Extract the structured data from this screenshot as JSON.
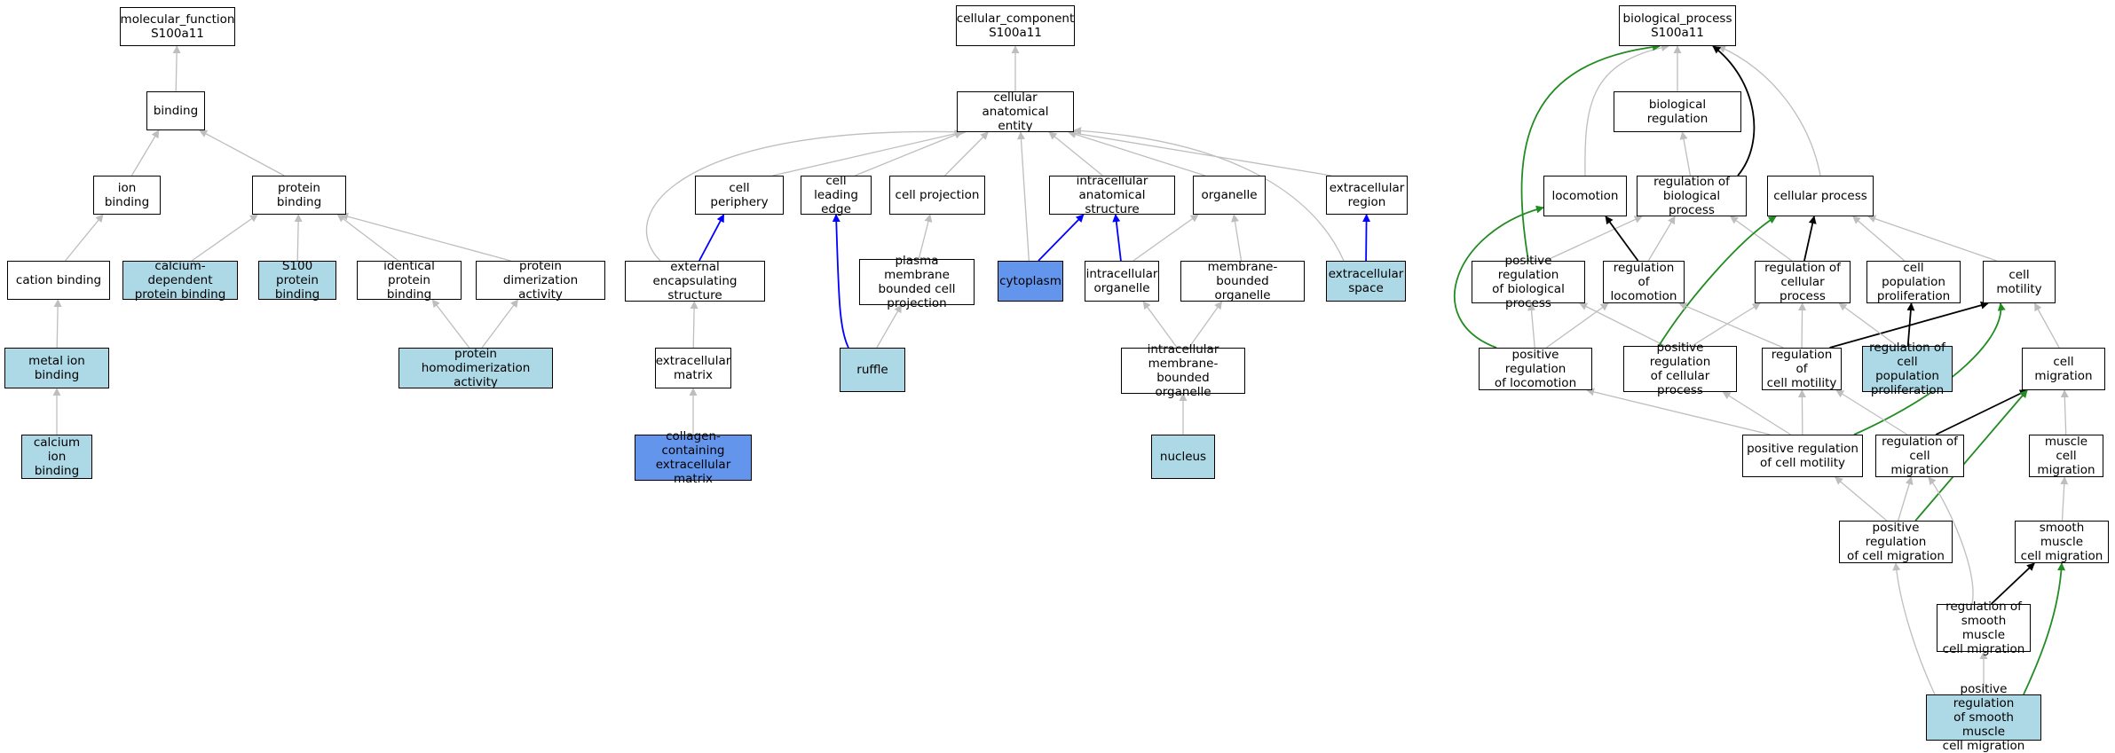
{
  "colors": {
    "grey": "#bebebe",
    "blue": "#0000ff",
    "green": "#228b22",
    "black": "#000000",
    "light": "#add8e6",
    "blue_fill": "#6495ed",
    "white": "#ffffff"
  },
  "nodes": [
    {
      "id": "mf",
      "label": "molecular_function\nS100a11",
      "fill": "white"
    },
    {
      "id": "binding",
      "label": "binding",
      "fill": "white"
    },
    {
      "id": "ionb",
      "label": "ion binding",
      "fill": "white"
    },
    {
      "id": "protb",
      "label": "protein binding",
      "fill": "white"
    },
    {
      "id": "catb",
      "label": "cation binding",
      "fill": "white"
    },
    {
      "id": "cadep",
      "label": "calcium-dependent\nprotein binding",
      "fill": "light"
    },
    {
      "id": "s100",
      "label": "S100 protein\nbinding",
      "fill": "light"
    },
    {
      "id": "identp",
      "label": "identical protein\nbinding",
      "fill": "white"
    },
    {
      "id": "protdim",
      "label": "protein dimerization\nactivity",
      "fill": "white"
    },
    {
      "id": "metal",
      "label": "metal ion binding",
      "fill": "light"
    },
    {
      "id": "homodim",
      "label": "protein homodimerization\nactivity",
      "fill": "light"
    },
    {
      "id": "caion",
      "label": "calcium ion\nbinding",
      "fill": "light"
    },
    {
      "id": "cc",
      "label": "cellular_component\nS100a11",
      "fill": "white"
    },
    {
      "id": "cae",
      "label": "cellular anatomical\nentity",
      "fill": "white"
    },
    {
      "id": "cper",
      "label": "cell periphery",
      "fill": "white"
    },
    {
      "id": "cle",
      "label": "cell leading\nedge",
      "fill": "white"
    },
    {
      "id": "cproj",
      "label": "cell projection",
      "fill": "white"
    },
    {
      "id": "ias",
      "label": "intracellular\nanatomical structure",
      "fill": "white"
    },
    {
      "id": "org",
      "label": "organelle",
      "fill": "white"
    },
    {
      "id": "exreg",
      "label": "extracellular\nregion",
      "fill": "white"
    },
    {
      "id": "ees",
      "label": "external encapsulating\nstructure",
      "fill": "white"
    },
    {
      "id": "pmb",
      "label": "plasma membrane\nbounded cell\nprojection",
      "fill": "white"
    },
    {
      "id": "cyto",
      "label": "cytoplasm",
      "fill": "blue"
    },
    {
      "id": "iorg",
      "label": "intracellular\norganelle",
      "fill": "white"
    },
    {
      "id": "mbo",
      "label": "membrane-bounded\norganelle",
      "fill": "white"
    },
    {
      "id": "exspace",
      "label": "extracellular\nspace",
      "fill": "light"
    },
    {
      "id": "exmat",
      "label": "extracellular\nmatrix",
      "fill": "white"
    },
    {
      "id": "ruffle",
      "label": "ruffle",
      "fill": "light"
    },
    {
      "id": "imbo",
      "label": "intracellular\nmembrane-bounded\norganelle",
      "fill": "white"
    },
    {
      "id": "colmat",
      "label": "collagen-containing\nextracellular\nmatrix",
      "fill": "blue"
    },
    {
      "id": "nucleus",
      "label": "nucleus",
      "fill": "light"
    },
    {
      "id": "bp",
      "label": "biological_process\nS100a11",
      "fill": "white"
    },
    {
      "id": "breg",
      "label": "biological regulation",
      "fill": "white"
    },
    {
      "id": "loco",
      "label": "locomotion",
      "fill": "white"
    },
    {
      "id": "rbp",
      "label": "regulation of\nbiological process",
      "fill": "white"
    },
    {
      "id": "cellp",
      "label": "cellular process",
      "fill": "white"
    },
    {
      "id": "prbp",
      "label": "positive regulation\nof biological\nprocess",
      "fill": "white"
    },
    {
      "id": "rloco",
      "label": "regulation of\nlocomotion",
      "fill": "white"
    },
    {
      "id": "rcp",
      "label": "regulation of\ncellular process",
      "fill": "white"
    },
    {
      "id": "cpp",
      "label": "cell population\nproliferation",
      "fill": "white"
    },
    {
      "id": "cmot",
      "label": "cell motility",
      "fill": "white"
    },
    {
      "id": "prloco",
      "label": "positive regulation\nof locomotion",
      "fill": "white"
    },
    {
      "id": "prcp",
      "label": "positive regulation\nof cellular\nprocess",
      "fill": "white"
    },
    {
      "id": "rcm",
      "label": "regulation of\ncell motility",
      "fill": "white"
    },
    {
      "id": "rcpp",
      "label": "regulation of\ncell population\nproliferation",
      "fill": "light"
    },
    {
      "id": "cmig",
      "label": "cell migration",
      "fill": "white"
    },
    {
      "id": "prcm",
      "label": "positive regulation\nof cell motility",
      "fill": "white"
    },
    {
      "id": "rcmig",
      "label": "regulation of\ncell migration",
      "fill": "white"
    },
    {
      "id": "mcm",
      "label": "muscle cell\nmigration",
      "fill": "white"
    },
    {
      "id": "prcmig",
      "label": "positive regulation\nof cell migration",
      "fill": "white"
    },
    {
      "id": "smcm",
      "label": "smooth muscle\ncell migration",
      "fill": "white"
    },
    {
      "id": "rsmcm",
      "label": "regulation of\nsmooth muscle\ncell migration",
      "fill": "white"
    },
    {
      "id": "prsmcm",
      "label": "positive regulation\nof smooth muscle\ncell migration",
      "fill": "light"
    }
  ],
  "edges": [
    {
      "from": "binding",
      "to": "mf",
      "color": "grey"
    },
    {
      "from": "ionb",
      "to": "binding",
      "color": "grey"
    },
    {
      "from": "protb",
      "to": "binding",
      "color": "grey"
    },
    {
      "from": "catb",
      "to": "ionb",
      "color": "grey"
    },
    {
      "from": "cadep",
      "to": "protb",
      "color": "grey"
    },
    {
      "from": "s100",
      "to": "protb",
      "color": "grey"
    },
    {
      "from": "identp",
      "to": "protb",
      "color": "grey"
    },
    {
      "from": "protdim",
      "to": "protb",
      "color": "grey"
    },
    {
      "from": "metal",
      "to": "catb",
      "color": "grey"
    },
    {
      "from": "homodim",
      "to": "identp",
      "color": "grey"
    },
    {
      "from": "homodim",
      "to": "protdim",
      "color": "grey"
    },
    {
      "from": "caion",
      "to": "metal",
      "color": "grey"
    },
    {
      "from": "cae",
      "to": "cc",
      "color": "grey"
    },
    {
      "from": "cper",
      "to": "cae",
      "color": "grey"
    },
    {
      "from": "cle",
      "to": "cae",
      "color": "grey"
    },
    {
      "from": "cproj",
      "to": "cae",
      "color": "grey"
    },
    {
      "from": "ias",
      "to": "cae",
      "color": "grey"
    },
    {
      "from": "org",
      "to": "cae",
      "color": "grey"
    },
    {
      "from": "exreg",
      "to": "cae",
      "color": "grey"
    },
    {
      "from": "cyto",
      "to": "cae",
      "color": "grey"
    },
    {
      "from": "ees",
      "to": "cae",
      "color": "grey",
      "bend": "ees_cae"
    },
    {
      "from": "exspace",
      "to": "cae",
      "color": "grey",
      "bend": "exspace_cae"
    },
    {
      "from": "ees",
      "to": "cper",
      "color": "blue"
    },
    {
      "from": "pmb",
      "to": "cproj",
      "color": "grey"
    },
    {
      "from": "cyto",
      "to": "ias",
      "color": "blue"
    },
    {
      "from": "iorg",
      "to": "ias",
      "color": "blue"
    },
    {
      "from": "iorg",
      "to": "org",
      "color": "grey"
    },
    {
      "from": "mbo",
      "to": "org",
      "color": "grey"
    },
    {
      "from": "exspace",
      "to": "exreg",
      "color": "blue"
    },
    {
      "from": "exmat",
      "to": "ees",
      "color": "grey"
    },
    {
      "from": "ruffle",
      "to": "cle",
      "color": "blue",
      "bend": "ruffle_cle"
    },
    {
      "from": "ruffle",
      "to": "pmb",
      "color": "grey"
    },
    {
      "from": "imbo",
      "to": "iorg",
      "color": "grey"
    },
    {
      "from": "imbo",
      "to": "mbo",
      "color": "grey"
    },
    {
      "from": "colmat",
      "to": "exmat",
      "color": "grey"
    },
    {
      "from": "nucleus",
      "to": "imbo",
      "color": "grey"
    },
    {
      "from": "breg",
      "to": "bp",
      "color": "grey"
    },
    {
      "from": "loco",
      "to": "bp",
      "color": "grey",
      "bend": "loco_bp"
    },
    {
      "from": "cellp",
      "to": "bp",
      "color": "grey",
      "bend": "cellp_bp"
    },
    {
      "from": "rbp",
      "to": "bp",
      "color": "black",
      "bend": "rbp_bp"
    },
    {
      "from": "prbp",
      "to": "bp",
      "color": "green",
      "bend": "prbp_bp"
    },
    {
      "from": "rbp",
      "to": "breg",
      "color": "grey"
    },
    {
      "from": "prbp",
      "to": "rbp",
      "color": "grey"
    },
    {
      "from": "rloco",
      "to": "rbp",
      "color": "grey"
    },
    {
      "from": "rcp",
      "to": "rbp",
      "color": "grey"
    },
    {
      "from": "rloco",
      "to": "loco",
      "color": "black"
    },
    {
      "from": "rcp",
      "to": "cellp",
      "color": "black"
    },
    {
      "from": "cpp",
      "to": "cellp",
      "color": "grey"
    },
    {
      "from": "cmot",
      "to": "cellp",
      "color": "grey"
    },
    {
      "from": "prloco",
      "to": "prbp",
      "color": "grey"
    },
    {
      "from": "prloco",
      "to": "rloco",
      "color": "grey"
    },
    {
      "from": "prloco",
      "to": "loco",
      "color": "green",
      "bend": "prloco_loco"
    },
    {
      "from": "prcp",
      "to": "prbp",
      "color": "grey"
    },
    {
      "from": "prcp",
      "to": "rcp",
      "color": "grey"
    },
    {
      "from": "prcp",
      "to": "cellp",
      "color": "green",
      "bend": "prcp_cellp"
    },
    {
      "from": "rcm",
      "to": "rloco",
      "color": "grey"
    },
    {
      "from": "rcm",
      "to": "rcp",
      "color": "grey"
    },
    {
      "from": "rcm",
      "to": "cmot",
      "color": "black"
    },
    {
      "from": "rcpp",
      "to": "rcp",
      "color": "grey"
    },
    {
      "from": "rcpp",
      "to": "cpp",
      "color": "black"
    },
    {
      "from": "cmig",
      "to": "cmot",
      "color": "grey"
    },
    {
      "from": "prcm",
      "to": "prloco",
      "color": "grey"
    },
    {
      "from": "prcm",
      "to": "prcp",
      "color": "grey"
    },
    {
      "from": "prcm",
      "to": "rcm",
      "color": "grey"
    },
    {
      "from": "prcm",
      "to": "cmot",
      "color": "green",
      "bend": "prcm_cmot"
    },
    {
      "from": "rcmig",
      "to": "rcm",
      "color": "grey"
    },
    {
      "from": "rcmig",
      "to": "cmig",
      "color": "black"
    },
    {
      "from": "mcm",
      "to": "cmig",
      "color": "grey"
    },
    {
      "from": "prcmig",
      "to": "prcm",
      "color": "grey"
    },
    {
      "from": "prcmig",
      "to": "rcmig",
      "color": "grey"
    },
    {
      "from": "prcmig",
      "to": "cmig",
      "color": "green"
    },
    {
      "from": "smcm",
      "to": "mcm",
      "color": "grey"
    },
    {
      "from": "rsmcm",
      "to": "rcmig",
      "color": "grey",
      "bend": "rsmcm_rcmig"
    },
    {
      "from": "rsmcm",
      "to": "smcm",
      "color": "black"
    },
    {
      "from": "prsmcm",
      "to": "prcmig",
      "color": "grey",
      "bend": "prsmcm_prcmig"
    },
    {
      "from": "prsmcm",
      "to": "rsmcm",
      "color": "grey"
    },
    {
      "from": "prsmcm",
      "to": "smcm",
      "color": "green",
      "bend": "prsmcm_smcm"
    }
  ]
}
